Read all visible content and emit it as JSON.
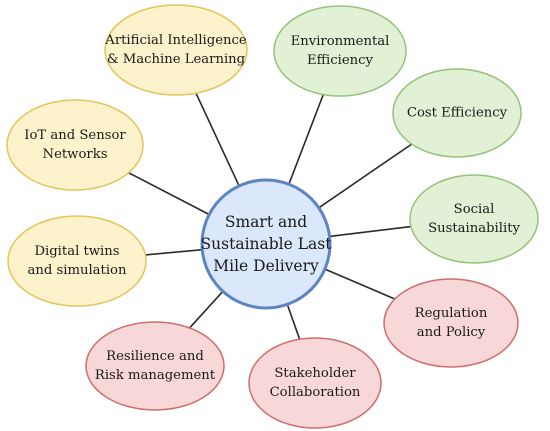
{
  "center": {
    "lines": [
      "Smart and",
      "Sustainable Last",
      "Mile Delivery"
    ],
    "fill": "#dbe7fa",
    "stroke": "#5b84c2"
  },
  "colors": {
    "yellow": {
      "fill": "#fcf2cc",
      "stroke": "#e3c55a"
    },
    "green": {
      "fill": "#e2f0d6",
      "stroke": "#97c27a"
    },
    "red": {
      "fill": "#f7d7d7",
      "stroke": "#cf6e6e"
    },
    "line": "#2a2a2a"
  },
  "nodes": [
    {
      "id": "ai-ml",
      "lines": [
        "Artificial Intelligence",
        "& Machine Learning"
      ],
      "color": "yellow"
    },
    {
      "id": "environmental",
      "lines": [
        "Environmental",
        "Efficiency"
      ],
      "color": "green"
    },
    {
      "id": "cost",
      "lines": [
        "Cost Efficiency"
      ],
      "color": "green"
    },
    {
      "id": "social",
      "lines": [
        "Social",
        "Sustainability"
      ],
      "color": "green"
    },
    {
      "id": "regulation",
      "lines": [
        "Regulation",
        "and Policy"
      ],
      "color": "red"
    },
    {
      "id": "stakeholder",
      "lines": [
        "Stakeholder",
        "Collaboration"
      ],
      "color": "red"
    },
    {
      "id": "resilience",
      "lines": [
        "Resilience and",
        "Risk management"
      ],
      "color": "red"
    },
    {
      "id": "digital-twins",
      "lines": [
        "Digital twins",
        "and simulation"
      ],
      "color": "yellow"
    },
    {
      "id": "iot",
      "lines": [
        "IoT and Sensor",
        "Networks"
      ],
      "color": "yellow"
    }
  ]
}
